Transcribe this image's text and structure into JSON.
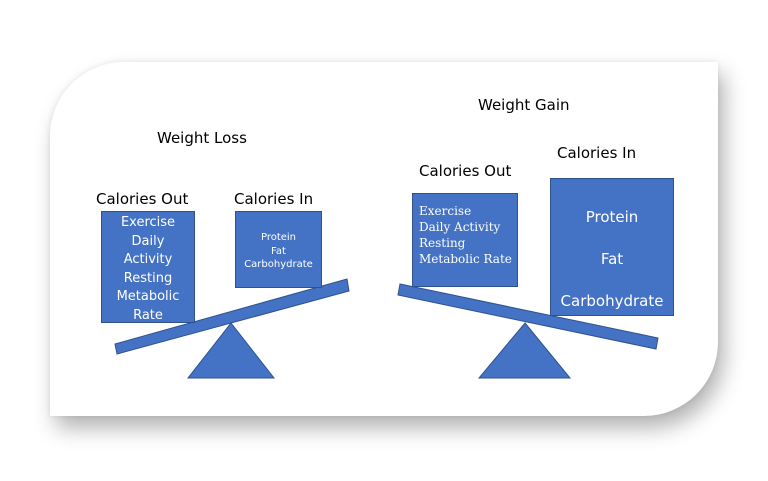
{
  "weight_loss": {
    "title": "Weight Loss",
    "calories_out_heading": "Calories Out",
    "calories_in_heading": "Calories In",
    "calories_out_items": [
      "Exercise",
      "Daily",
      "Activity",
      "Resting",
      "Metabolic",
      "Rate"
    ],
    "calories_in_items": [
      "Protein",
      "Fat",
      "Carbohydrate"
    ]
  },
  "weight_gain": {
    "title": "Weight Gain",
    "calories_out_heading": "Calories Out",
    "calories_in_heading": "Calories In",
    "calories_out_items": [
      "Exercise",
      "Daily Activity",
      "Resting",
      "Metabolic Rate"
    ],
    "calories_in_items": [
      "Protein",
      "Fat",
      "Carbohydrate"
    ]
  },
  "colors": {
    "shape_fill": "#4472c4",
    "shape_border": "#2f528f",
    "box_text": "#ffffff"
  }
}
